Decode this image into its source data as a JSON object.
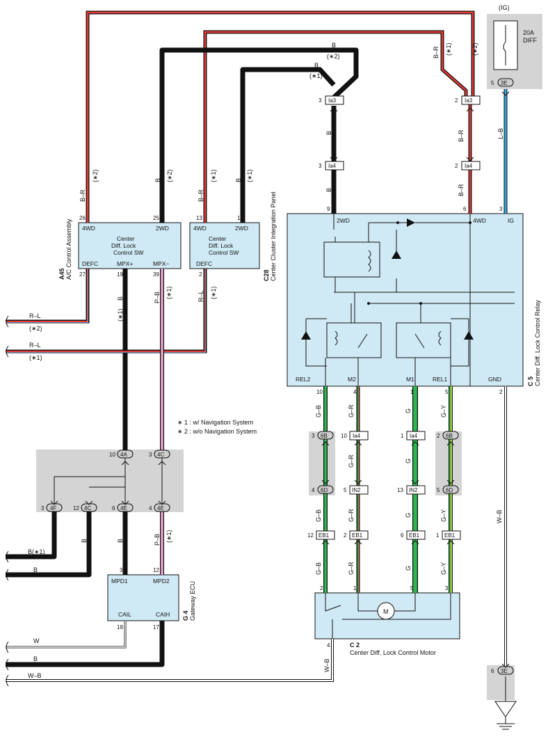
{
  "notes": [
    "∗ 1 : w/ Navigation System",
    "∗ 2 : w/o Navigation System"
  ],
  "fuse": {
    "header": "(IG)",
    "rating": "20A",
    "name": "DIFF",
    "pin": "5",
    "conn": "3E"
  },
  "a45": {
    "code": "A45",
    "name": "A/C Control Assembly",
    "sw1": "Center",
    "sw2": "Diff.  Lock",
    "sw3": "Control SW",
    "pin_4wd": "4WD",
    "pin_2wd": "2WD",
    "pin_defc": "DEFC",
    "pin_mpxp": "MPX+",
    "pin_mpxm": "MPX−",
    "n26": "26",
    "n25": "25",
    "n27": "27",
    "n19": "19",
    "n39": "39"
  },
  "c28": {
    "code": "C28",
    "name": "Center Cluster Integration Panel",
    "sw1": "Center",
    "sw2": "Diff.  Lock",
    "sw3": "Control SW",
    "pin_4wd": "4WD",
    "pin_2wd": "2WD",
    "pin_defc": "DEFC",
    "n13": "13",
    "n1": "1",
    "n2": "2"
  },
  "c5": {
    "code": "C 5",
    "name": "Center Diff.  Lock Control Relay",
    "p2wd": "2WD",
    "p4wd": "4WD",
    "pig": "IG",
    "prel2": "REL2",
    "pm2": "M2",
    "pm1": "M1",
    "prel1": "REL1",
    "pgnd": "GND",
    "n9": "9",
    "n6": "6",
    "n3": "3",
    "n10": "10",
    "n4": "4",
    "n1": "1",
    "n5": "5",
    "n2": "2"
  },
  "g4": {
    "code": "G 4",
    "name": "Gateway ECU",
    "mpd1": "MPD1",
    "mpd2": "MPD2",
    "cail": "CAIL",
    "caih": "CAIH",
    "n3": "3",
    "n12": "12",
    "n18": "18",
    "n17": "17"
  },
  "c2": {
    "code": "C 2",
    "name": "Center Diff.  Lock Control Motor",
    "motor": "M",
    "n2": "2",
    "n1": "1",
    "n5": "5",
    "n3": "3",
    "n4": "4"
  },
  "connectors": {
    "ia3": "Ia3",
    "ia4": "Ia4",
    "in2": "IN2",
    "eb1": "EB1",
    "c6b": "6B",
    "c6d": "6D",
    "c4a": "4A",
    "c4c": "4C",
    "c4f": "4F",
    "c4e": "4E",
    "c3e": "3E"
  },
  "wires": {
    "br": "B–R",
    "b": "B",
    "lb": "L–B",
    "rl": "R–L",
    "pb": "P–B",
    "gb": "G–B",
    "gr": "G–R",
    "g": "G",
    "gy": "G–Y",
    "wb": "W–B",
    "w": "W",
    "b1": "B(∗1)",
    "s1": "(∗1)",
    "s2": "(∗2)"
  },
  "pins": {
    "p3": "3",
    "p2": "2",
    "p10": "10",
    "p4": "4",
    "p1": "1",
    "p5": "5",
    "p13": "13",
    "p12": "12",
    "p6": "6"
  }
}
